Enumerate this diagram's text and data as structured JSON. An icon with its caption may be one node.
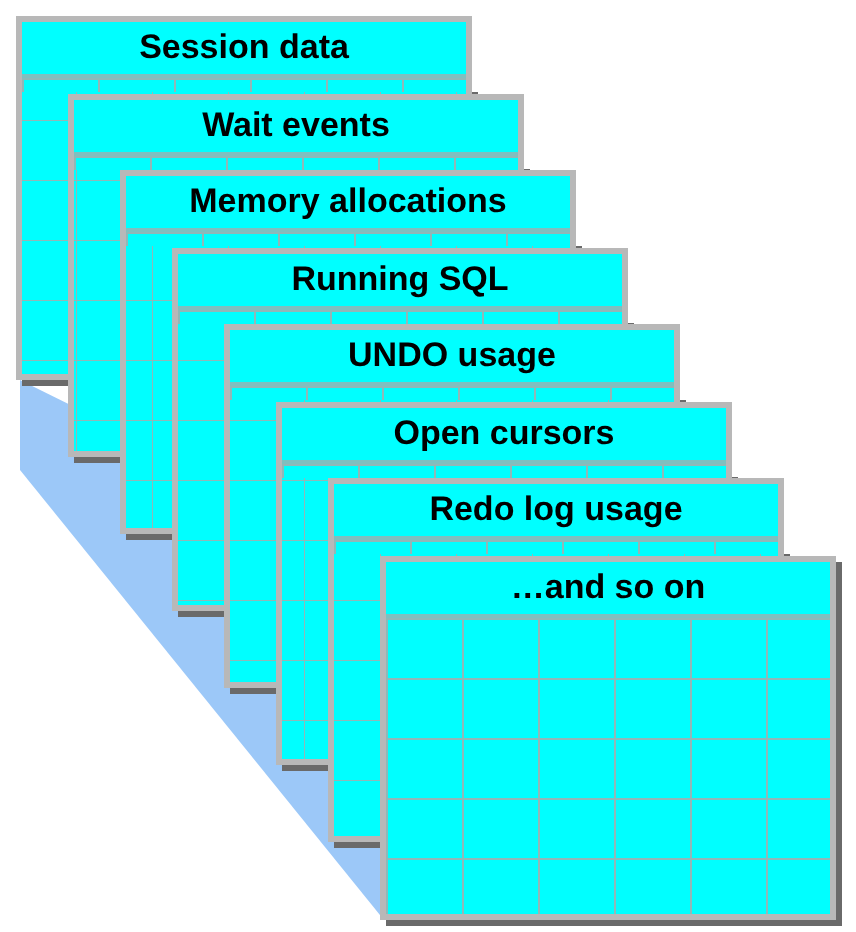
{
  "diagram": {
    "nodes": [
      {
        "text": [
          "Session data"
        ]
      },
      {
        "text": [
          "Wait events"
        ]
      },
      {
        "text": [
          "Memory allocations"
        ]
      },
      {
        "text": [
          "Running SQL"
        ]
      },
      {
        "text": [
          "UNDO usage"
        ]
      },
      {
        "text": [
          "Open cursors"
        ]
      },
      {
        "text": [
          "Redo log usage"
        ]
      },
      {
        "text": [
          "…and so on"
        ]
      }
    ]
  }
}
